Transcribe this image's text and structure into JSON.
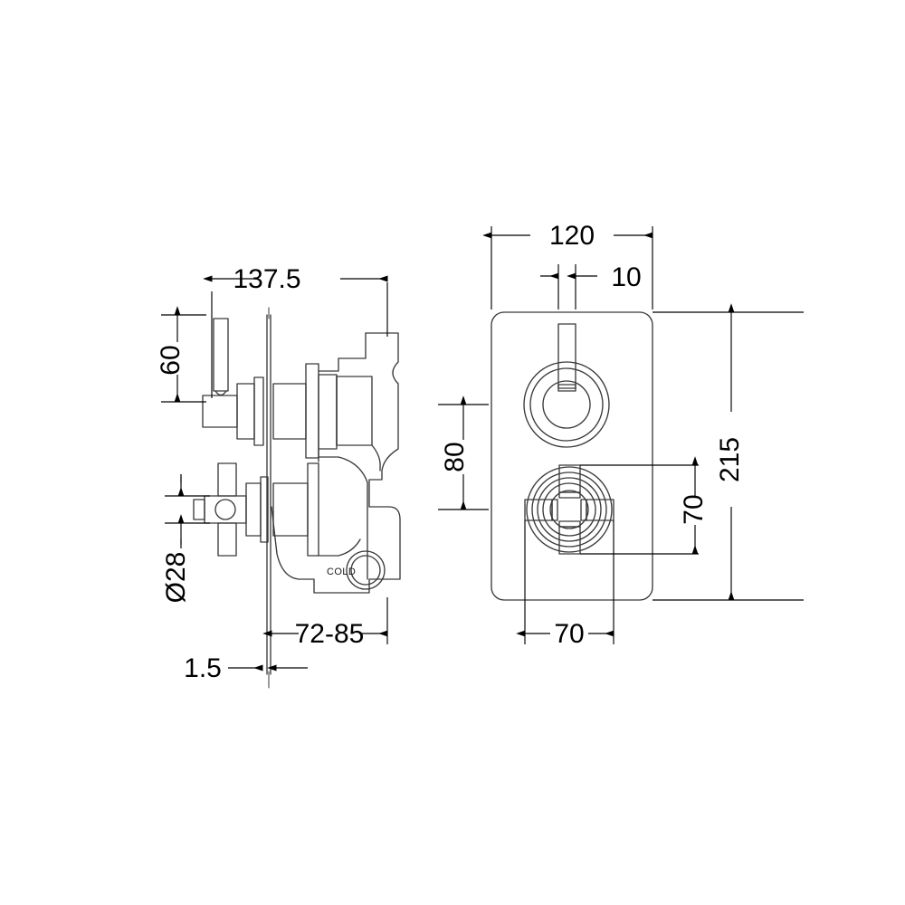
{
  "drawing": {
    "type": "technical-drawing",
    "subject": "Concealed thermostatic shower valve - dimensioned engineering drawing",
    "background_color": "#ffffff",
    "line_color": "#3a3a3a",
    "dimension_color": "#000000",
    "units": "mm",
    "views": [
      {
        "id": "side-view",
        "name": "Side elevation (section)",
        "position": "left"
      },
      {
        "id": "front-view",
        "name": "Front elevation",
        "position": "right"
      }
    ],
    "labels": {
      "cold": "COLD"
    },
    "dimensions": {
      "side_width": {
        "value": "137.5",
        "view": "side-view",
        "orientation": "horizontal",
        "name": "overall-depth"
      },
      "lever_height": {
        "value": "60",
        "view": "side-view",
        "orientation": "vertical",
        "name": "lever-projection"
      },
      "spindle_diameter": {
        "value": "Ø28",
        "view": "side-view",
        "orientation": "vertical",
        "name": "cross-handle-hub-diameter"
      },
      "wall_to_back": {
        "value": "72-85",
        "view": "side-view",
        "orientation": "horizontal",
        "name": "recess-depth-range"
      },
      "plate_thickness": {
        "value": "1.5",
        "view": "side-view",
        "orientation": "horizontal",
        "name": "plate-thickness"
      },
      "plate_width": {
        "value": "120",
        "view": "front-view",
        "orientation": "horizontal",
        "name": "plate-width"
      },
      "lever_width": {
        "value": "10",
        "view": "front-view",
        "orientation": "horizontal",
        "name": "lever-bar-width"
      },
      "plate_height": {
        "value": "215",
        "view": "front-view",
        "orientation": "vertical",
        "name": "plate-height"
      },
      "handle_spacing": {
        "value": "80",
        "view": "front-view",
        "orientation": "vertical",
        "name": "handle-centre-spacing"
      },
      "cross_height": {
        "value": "70",
        "view": "front-view",
        "orientation": "vertical",
        "name": "cross-handle-height"
      },
      "cross_width": {
        "value": "70",
        "view": "front-view",
        "orientation": "horizontal",
        "name": "cross-handle-width"
      }
    }
  }
}
